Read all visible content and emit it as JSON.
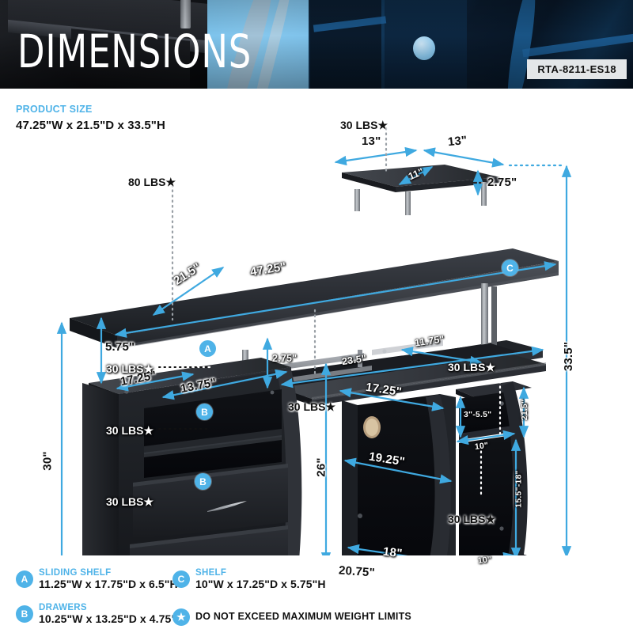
{
  "banner": {
    "title": "DIMENSIONS",
    "product_code": "RTA-8211-ES18"
  },
  "product_size": {
    "label": "PRODUCT SIZE",
    "value": "47.25\"W x 21.5\"D x 33.5\"H"
  },
  "weight_limits": {
    "desktop": "80 LBS",
    "top_shelf": "30 LBS",
    "keyboard_tray": "30 LBS",
    "open_shelf_a": "30 LBS",
    "drawer_top_b": "30 LBS",
    "drawer_bottom_b": "30 LBS",
    "right_shelf_c": "30 LBS",
    "cpu_bay": "30 LBS"
  },
  "dimensions": {
    "top_shelf_left_width": "13\"",
    "top_shelf_right_width": "13\"",
    "top_shelf_depth": "11\"",
    "top_shelf_height": "2.75\"",
    "desktop_depth": "21.5\"",
    "desktop_width": "47.25\"",
    "overall_height": "33.5\"",
    "left_pedestal_clearance": "5.75\"",
    "left_pedestal_depth": "17.25\"",
    "left_pedestal_width": "13.75\"",
    "left_pedestal_height": "30\"",
    "tray_drop": "2.75\"",
    "tray_width": "23.5\"",
    "tray_depth": "11.75\"",
    "right_section_depth": "17.25\"",
    "right_shelf_height": "3\"-5.5\"",
    "right_side_depth": "21.5\"",
    "right_shelf_width": "10\"",
    "right_bay_height": "15.5\"-18\"",
    "right_base_width": "10\"",
    "cpu_bay_height": "26\"",
    "cpu_bay_depth": "19.25\"",
    "cpu_bay_width": "18\"",
    "base_depth": "20.75\""
  },
  "legend": [
    {
      "badge": "A",
      "title": "SLIDING SHELF",
      "value": "11.25\"W x 17.75\"D x 6.5\"H"
    },
    {
      "badge": "B",
      "title": "DRAWERS",
      "value": "10.25\"W x 13.25\"D x 4.75\"H"
    },
    {
      "badge": "C",
      "title": "SHELF",
      "value": "10\"W x 17.25\"D x 5.75\"H"
    }
  ],
  "legend_note": {
    "badge": "★",
    "text": "DO NOT EXCEED MAXIMUM WEIGHT LIMITS"
  },
  "colors": {
    "accent": "#4FB3E8",
    "dim_line": "#3FA9E0",
    "text": "#111111"
  }
}
